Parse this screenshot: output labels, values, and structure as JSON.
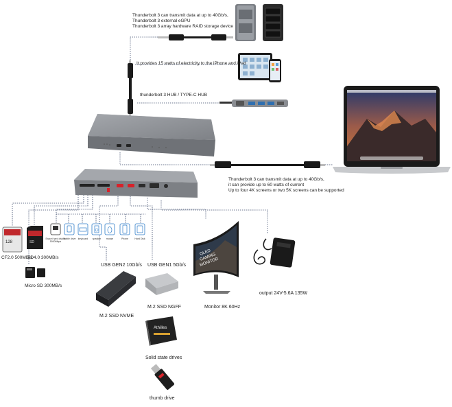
{
  "captions": {
    "tb3_lines": [
      "Thunderbolt 3 can transmit data at up to 40Gb/s,",
      "Thunderbolt 3 external eGPU",
      "Thunderbolt 3 array hardware RAID  storage device"
    ],
    "power_ipad": "It provides 15 watts of electricity to the iPhone and iPad",
    "hub": "thunderbolt 3 HUB  / TYPE-C  HUB",
    "tb3_laptop_lines": [
      "Thunderbolt 3 can transmit data at up to 40Gb/s,",
      " it can provide up to 60 watts of current",
      "Up to four 4K screens or two 5K screens can be supported"
    ],
    "cf": "CF2.0 500MB/s",
    "sd": "SD4.0 300MB/s",
    "microsd": "Micro SD 300MB/s",
    "usb_gen2": "USB GEN2 10Gb/s",
    "usb_gen1": "USB GEN1 5Gb/s",
    "m2_nvme": "M.2 SSD NVME",
    "m2_ngff": "M.2 SSD NGFF",
    "ssd": "Solid state drives",
    "thumb": "thumb  drive",
    "monitor": "Monitor  8K 60Hz",
    "output": "output  24V-5.6A    135W"
  },
  "device_icons": [
    "Export hard disk in 5000Mbps",
    "Mobile drive",
    "keyboard",
    "speaker",
    "mouse",
    "Phone",
    "Hard Disk"
  ],
  "monitor_text": [
    "QLED",
    "GAMING",
    "MONITOR"
  ],
  "ssd_brand": "Athilles",
  "colors": {
    "dock": "#8e9196",
    "dock_dark": "#6f7277",
    "wire": "#3b4a6b",
    "cable": "#1a1a1a",
    "usb_red": "#d8222a"
  }
}
